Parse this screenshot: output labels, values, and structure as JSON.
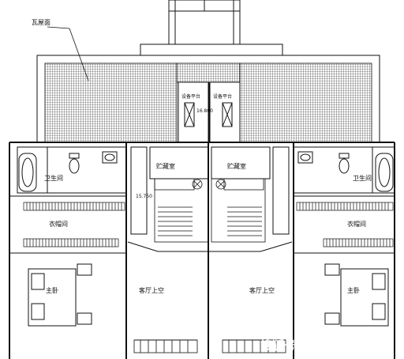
{
  "labels": {
    "roof": "瓦屋面",
    "equipment_platform": "设备平台",
    "elevation": "16.800",
    "storage": "贮藏室",
    "stair_elevation": "15.750",
    "bathroom": "卫生间",
    "closet": "衣帽间",
    "master_bedroom": "主卧",
    "living_void": "客厅上空"
  },
  "watermark": "搜狐号@搜狐焦点娄底站",
  "colors": {
    "line": "#111111",
    "background": "#ffffff"
  }
}
